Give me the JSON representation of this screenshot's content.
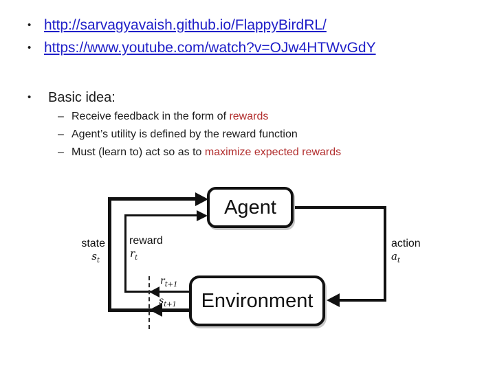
{
  "slide": {
    "bullet_char": "•",
    "dash_char": "–",
    "links": [
      {
        "label": "http://sarvagyavaish.github.io/FlappyBirdRL/"
      },
      {
        "label": "https://www.youtube.com/watch?v=OJw4HTWvGdY"
      }
    ],
    "basic_idea": {
      "heading": "Basic idea:",
      "items": [
        {
          "pre": "Receive feedback in the form of ",
          "highlight": "rewards",
          "post": ""
        },
        {
          "pre": "Agent’s utility is defined by the reward function",
          "highlight": "",
          "post": ""
        },
        {
          "pre": "Must (learn to) act so as to ",
          "highlight": "maximize expected rewards",
          "post": ""
        }
      ]
    },
    "colors": {
      "link_blue": "#1e1ec8",
      "highlight_red": "#b22f2f",
      "diagram_black": "#111111"
    }
  },
  "diagram": {
    "agent_label": "Agent",
    "environment_label": "Environment",
    "state_label": "state",
    "reward_label": "reward",
    "action_label": "action",
    "state_sym": {
      "base": "s",
      "sub": "t"
    },
    "reward_sym": {
      "base": "r",
      "sub": "t"
    },
    "action_sym": {
      "base": "a",
      "sub": "t"
    },
    "next_reward_sym": {
      "base": "r",
      "sub": "t+1"
    },
    "next_state_sym": {
      "base": "s",
      "sub": "t+1"
    }
  }
}
